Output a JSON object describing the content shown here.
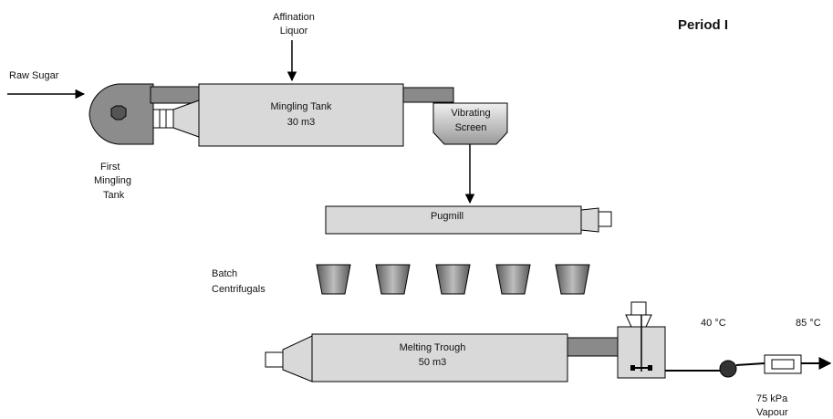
{
  "title": "Period I",
  "labels": {
    "raw_sugar": "Raw Sugar",
    "affination_liquor_line1": "Affination",
    "affination_liquor_line2": "Liquor",
    "first_mingling_tank_line1": "First",
    "first_mingling_tank_line2": "Mingling",
    "first_mingling_tank_line3": "Tank",
    "mingling_tank_name": "Mingling Tank",
    "mingling_tank_volume": "30 m3",
    "vibrating_screen_line1": "Vibrating",
    "vibrating_screen_line2": "Screen",
    "pugmill": "Pugmill",
    "batch_centrifugals_line1": "Batch",
    "batch_centrifugals_line2": "Centrifugals",
    "melting_trough_name": "Melting Trough",
    "melting_trough_volume": "50 m3",
    "temp_1": "40 °C",
    "temp_2": "85 °C",
    "vapour_line1": "75 kPa",
    "vapour_line2": "Vapour"
  },
  "colors": {
    "tank_fill": "#d9d9d9",
    "dark_fill": "#7f7f7f",
    "outline": "#000000"
  }
}
